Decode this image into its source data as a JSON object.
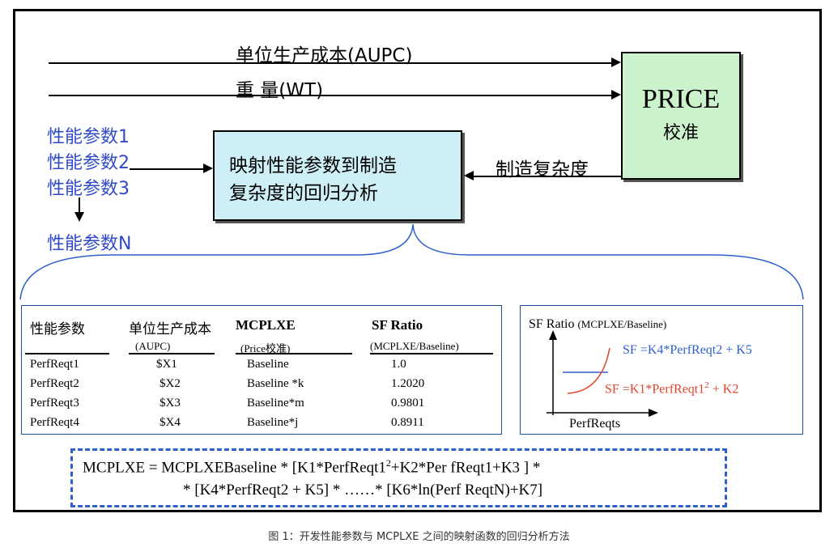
{
  "inputs": {
    "aupc_label": "单位生产成本(AUPC)",
    "wt_label": "重 量(WT)"
  },
  "price_box": {
    "title": "PRICE",
    "subtitle": "校准"
  },
  "performance_params": [
    "性能参数1",
    "性能参数2",
    "性能参数3",
    "性能参数N"
  ],
  "mapping_box": {
    "line1": "映射性能参数到制造",
    "line2": "复杂度的回归分析"
  },
  "complexity_label": "制造复杂度",
  "table": {
    "headers": [
      "性能参数",
      "单位生产成本",
      "MCPLXE",
      "SF Ratio"
    ],
    "subheaders": [
      "",
      "(AUPC)",
      "(Price校准)",
      "(MCPLXE/Baseline)"
    ],
    "rows": [
      [
        "PerfReqt1",
        "$X1",
        "Baseline",
        "1.0"
      ],
      [
        "PerfReqt2",
        "$X2",
        "Baseline *k",
        "1.2020"
      ],
      [
        "PerfReqt3",
        "$X3",
        "Baseline*m",
        "0.9801"
      ],
      [
        "PerfReqt4",
        "$X4",
        "Baseline*j",
        "0.8911"
      ]
    ]
  },
  "graph": {
    "ylabel": "SF Ratio",
    "ylabel_sub": "(MCPLXE/Baseline)",
    "xlabel": "PerfReqts",
    "eq_blue": "SF =K4*PerfReqt2 + K5",
    "eq_red_main": "SF =K1*PerfReqt1",
    "eq_red_sup": "2",
    "eq_red_tail": " + K2",
    "colors": {
      "blue": "#2e5fcb",
      "red": "#e0432c"
    }
  },
  "formula": {
    "line1_a": "MCPLXE = MCPLXEBaseline * [K1*PerfReqt1",
    "line1_sup": "2",
    "line1_b": "+K2*Per fReqt1+K3 ] *",
    "line2": "* [K4*PerfReqt2 + K5] * ……* [K6*ln(Perf ReqtN)+K7]"
  },
  "caption": "图 1：开发性能参数与 MCPLXE 之间的映射函数的回归分析方法"
}
